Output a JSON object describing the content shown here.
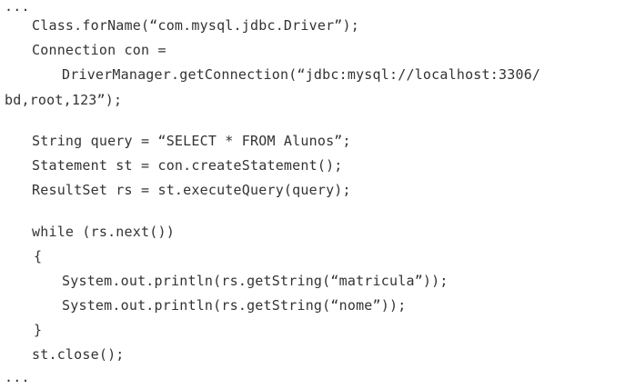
{
  "code_lines": [
    "...",
    "Class.forName(“com.mysql.jdbc.Driver”);",
    "Connection con =",
    "DriverManager.getConnection(“jdbc:mysql://localhost:3306/",
    "bd,root,123”);",
    "String query = “SELECT * FROM Alunos”;",
    "Statement st = con.createStatement();",
    "ResultSet rs = st.executeQuery(query);",
    "while (rs.next())",
    "{",
    "System.out.println(rs.getString(“matricula”));",
    "System.out.println(rs.getString(“nome”));",
    "}",
    "st.close();",
    "..."
  ]
}
